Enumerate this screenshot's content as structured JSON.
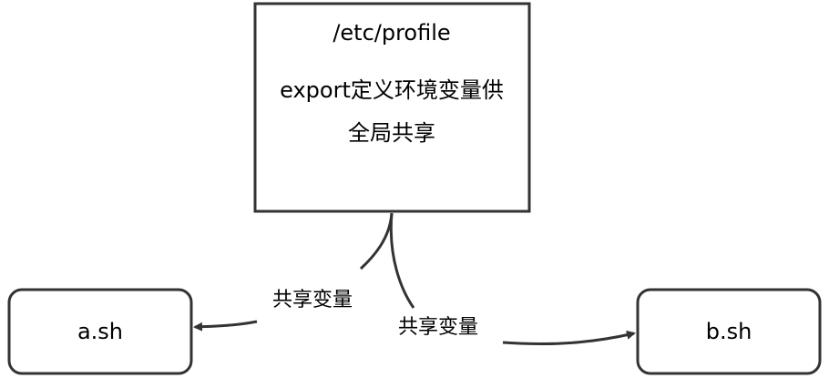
{
  "diagram": {
    "nodes": {
      "profile": {
        "title": "/etc/profile",
        "line1": "export定义环境变量供",
        "line2": "全局共享"
      },
      "a": {
        "label": "a.sh"
      },
      "b": {
        "label": "b.sh"
      }
    },
    "edges": {
      "to_a": {
        "label": "共享变量"
      },
      "to_b": {
        "label": "共享变量"
      }
    },
    "colors": {
      "stroke": "#333333",
      "text": "#000000",
      "background": "#ffffff"
    }
  }
}
